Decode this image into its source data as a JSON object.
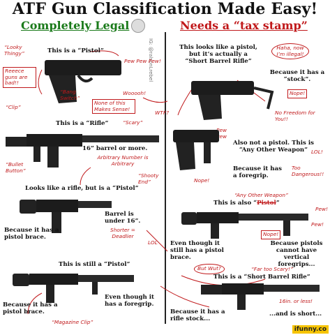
{
  "title": "ATF Gun Classification Made Easy!",
  "left_header": "Completely Legal",
  "right_header": "Needs a “tax stamp”",
  "watermark": "IG: @ralsonLrebel",
  "brand": "ifunny.co",
  "left": {
    "pistol_note": "This is a “Pistol”",
    "looky_thing": "“Looky Thingy”",
    "pew": "Pew Pew Pew!",
    "reeece": "Reeece guns are bad!!",
    "bang_switch": "“Bang Switch”",
    "clip": "“Clip”",
    "whoa": "Wooooh!",
    "none_sense": "None of this Makes Sense!",
    "rifle_note": "This is a “Rifle”",
    "scary": "“Scary”",
    "barrel": "16” barrel or more.",
    "arbitrary": "Arbitrary Number is Arbitrary",
    "bullet_button": "“Bullet Button”",
    "shooty_end": "“Shooty End”",
    "looks_like_rifle": "Looks like a rifle, but is a “Pistol”",
    "under16": "Barrel is under 16”.",
    "shorter_deadlier": "Shorter = Deadlier",
    "pistol_brace": "Because it has a pistol brace.",
    "lol": "LOL",
    "still_pistol": "This is still a “Pistol”",
    "foregrip": "Even though it has a foregrip.",
    "pistol_brace2": "Because it has a pistol brace.",
    "magazine_clip": "“Magazine Clip”"
  },
  "right": {
    "sbr_note": "This looks like a pistol, but it’s actually a “Short Barrel Rifle”",
    "haha": "Haha, now I’m illegal!",
    "stock": "Because it has a “stock”.",
    "nope": "Nope!",
    "no_freedom": "No Freedom for You!!",
    "wtf": "WTF?",
    "pew_pew": "Pew Pew",
    "aow": "Also not a pistol. This is “Any Other Weapon”",
    "lol": "LOL!",
    "foregrip": "Because it has a foregrip.",
    "too_dangerous": "Too Dangerous!!",
    "nope2": "Nope!",
    "aow_note": "“Any Other Weapon”",
    "also_a": "This is also “",
    "also_strike": "Pistol",
    "also_end": "”",
    "pew2": "Pew!",
    "pew3": "Pew!",
    "nope3": "Nope!",
    "even_though": "Even though it still has a pistol brace.",
    "because_pistols": "Because pistols cannot have vertical foregrips...",
    "far_too_scary": "“Far too Scary!”",
    "but_wut": "But Wut?",
    "sbr2": "This is a “Short Barrel Rifle”",
    "under16": "16in. or less!",
    "stock2": "Because it has a rifle stock...",
    "short": "...and is short..."
  }
}
